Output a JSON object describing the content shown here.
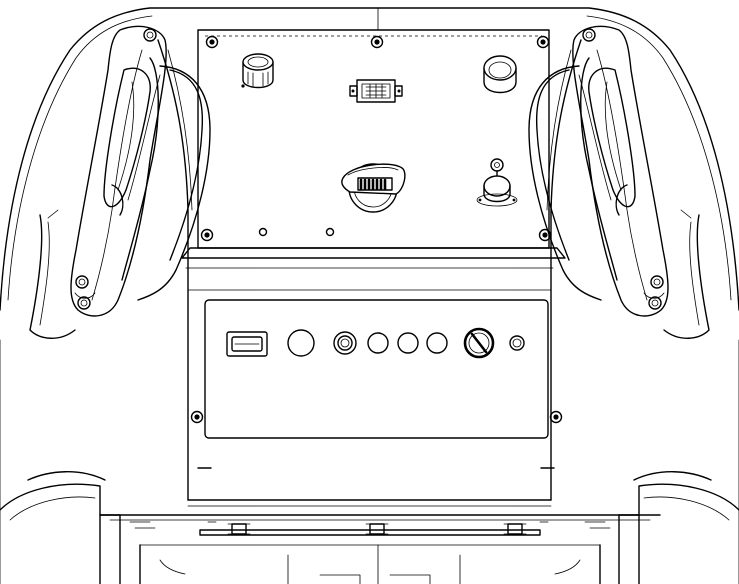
{
  "drawing": {
    "background": "#ffffff",
    "line_color": "#000000",
    "style": "monochrome line drawing"
  },
  "top_panel": {
    "components": [
      {
        "name": "rotary-knob-icon"
      },
      {
        "name": "connector-socket-icon"
      },
      {
        "name": "round-button-icon"
      },
      {
        "name": "ignition-switch-icon"
      },
      {
        "name": "key-lever-icon"
      },
      {
        "name": "mounting-screw-icon"
      }
    ]
  },
  "control_panel": {
    "components": [
      {
        "name": "rectangular-switch-icon"
      },
      {
        "name": "large-round-cutout-icon"
      },
      {
        "name": "push-button-icon"
      },
      {
        "name": "round-indicator-icon"
      },
      {
        "name": "rotary-selector-icon"
      },
      {
        "name": "small-indicator-icon"
      }
    ],
    "round_indicator_count": 3
  },
  "handles": [
    {
      "side": "left",
      "icon": "left-handle-icon"
    },
    {
      "side": "right",
      "icon": "right-handle-icon"
    }
  ]
}
